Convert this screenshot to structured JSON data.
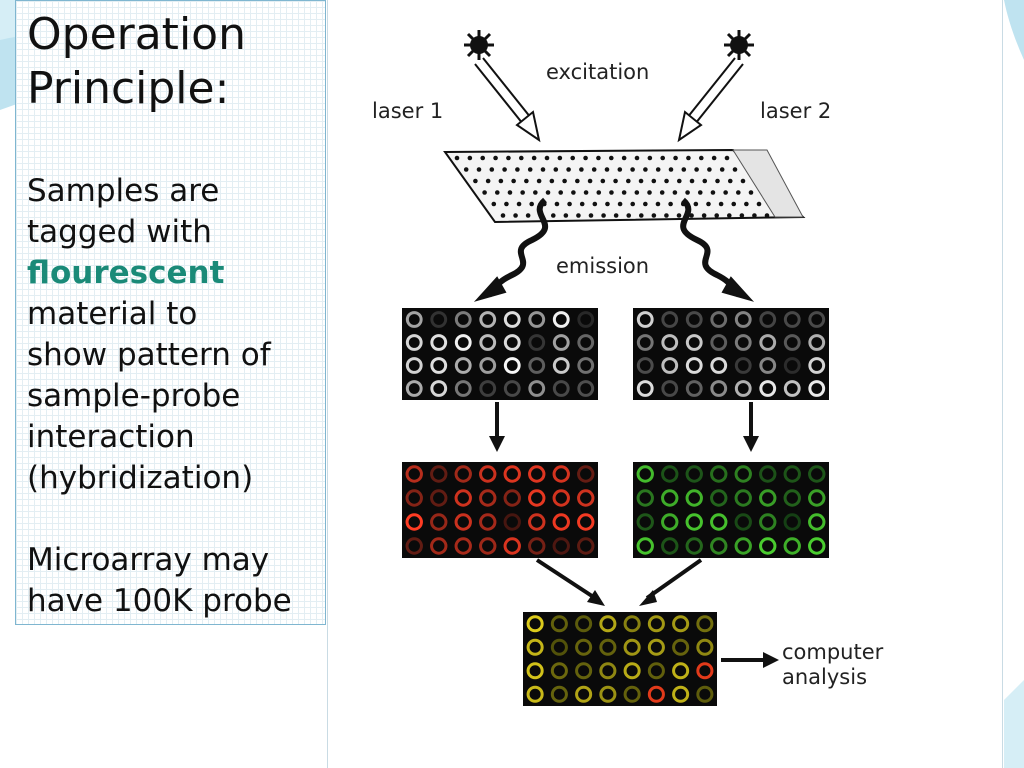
{
  "slide": {
    "title": "Operation\nPrinciple:",
    "body": {
      "line1": "Samples are",
      "line2": "tagged with",
      "highlight": "flourescent",
      "line3": "material to",
      "line4": "show pattern of",
      "line5": "sample-probe",
      "line6": "interaction",
      "line7": "(hybridization)",
      "line8": "Microarray may",
      "line9": "have 100K probe"
    },
    "accent_color": "#1a8a78"
  },
  "diagram": {
    "excitation_label": "excitation",
    "laser1_label": "laser 1",
    "laser2_label": "laser 2",
    "emission_label": "emission",
    "computer_label_1": "computer",
    "computer_label_2": "analysis"
  }
}
